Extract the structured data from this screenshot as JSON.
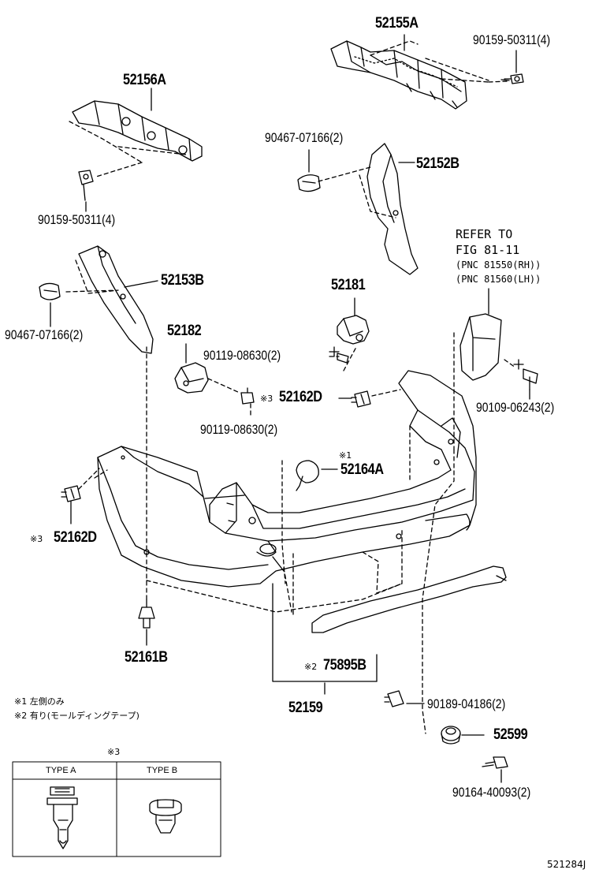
{
  "parts": {
    "p52155A": "52155A",
    "p90159_top": "90159-50311(4)",
    "p52156A": "52156A",
    "p90159_left": "90159-50311(4)",
    "p90467_mid": "90467-07166(2)",
    "p52152B": "52152B",
    "p52153B": "52153B",
    "p90467_left": "90467-07166(2)",
    "p52181": "52181",
    "p52182": "52182",
    "p90119_a": "90119-08630(2)",
    "p90119_b": "90119-08630(2)",
    "p52162D_mid": "52162D",
    "p52162D_left": "52162D",
    "p90109": "90109-06243(2)",
    "p52164A": "52164A",
    "p52161B": "52161B",
    "p75895B": "75895B",
    "p52159": "52159",
    "p90189": "90189-04186(2)",
    "p52599": "52599",
    "p90164": "90164-40093(2)"
  },
  "refer": {
    "line1": "REFER TO",
    "line2": "FIG 81-11",
    "line3": "(PNC 81550(RH))",
    "line4": "(PNC 81560(LH))"
  },
  "marks": {
    "m1": "※1",
    "m2": "※2",
    "m3a": "※3",
    "m3b": "※3"
  },
  "notes": {
    "note1": "※1 左側のみ",
    "note2": "※2 有り(モールディングテープ)"
  },
  "table": {
    "mark": "※3",
    "type_a": "TYPE A",
    "type_b": "TYPE B"
  },
  "figure_code": "521284J"
}
